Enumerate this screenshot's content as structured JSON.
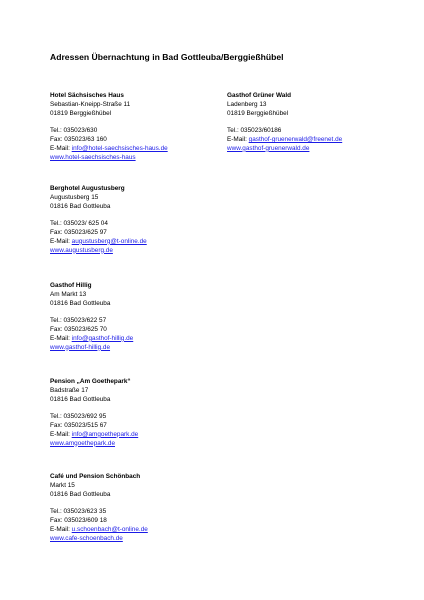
{
  "title": "Adressen Übernachtung in Bad Gottleuba/Berggießhübel",
  "entries": [
    {
      "name": "Hotel Sächsisches Haus",
      "street": "Sebastian-Kneipp-Straße 11",
      "city": "01819 Berggießhübel",
      "tel": "Tel.: 035023/630",
      "fax": "Fax: 035023/63 160",
      "email_label": "E-Mail: ",
      "email": "info@hotel-saechsisches-haus.de",
      "web": "www.hotel-saechsisches-haus"
    },
    {
      "name": "Gasthof Grüner Wald",
      "street": "Ladenberg 13",
      "city": "01819 Berggießhübel",
      "tel": "Tel.: 035023/60186",
      "email_label": "E-Mail: ",
      "email": "gasthof-gruenerwald@freenet.de",
      "web": "www.gasthof-gruenerwald.de"
    },
    {
      "name": "Berghotel Augustusberg",
      "street": "Augustusberg 15",
      "city": "01816 Bad Gottleuba",
      "tel": "Tel.: 035023/ 625 04",
      "fax": "Fax: 035023/625 97",
      "email_label": "E-Mail: ",
      "email": "augustusberg@t-online.de",
      "web": "www.augustusberg.de"
    },
    {
      "name": "Gasthof Hillig",
      "street": "Am Markt 13",
      "city": "01816 Bad Gottleuba",
      "tel": "Tel.: 035023/622 57",
      "fax": "Fax: 035023/625 70",
      "email_label": "E-Mail:  ",
      "email": "info@gasthof-hillig.de",
      "web": "www.gasthof-hillig.de"
    },
    {
      "name": "Pension „Am Goethepark“",
      "street": "Badstraße 17",
      "city": "01816 Bad Gottleuba",
      "tel": "Tel.: 035023/692 95",
      "fax": "Fax: 035023/515 67",
      "email_label": "E-Mail: ",
      "email": "info@amgoethepark.de",
      "web": "www.amgoethepark.de"
    },
    {
      "name": "Café und Pension Schönbach",
      "street": "Markt 15",
      "city": "01816 Bad Gottleuba",
      "tel": "Tel.: 035023/623 35",
      "fax": "Fax: 035023/609 18",
      "email_label": "E-Mail: ",
      "email": "u.schoenbach@t-online.de",
      "web": "www.cafe-schoenbach.de"
    }
  ]
}
